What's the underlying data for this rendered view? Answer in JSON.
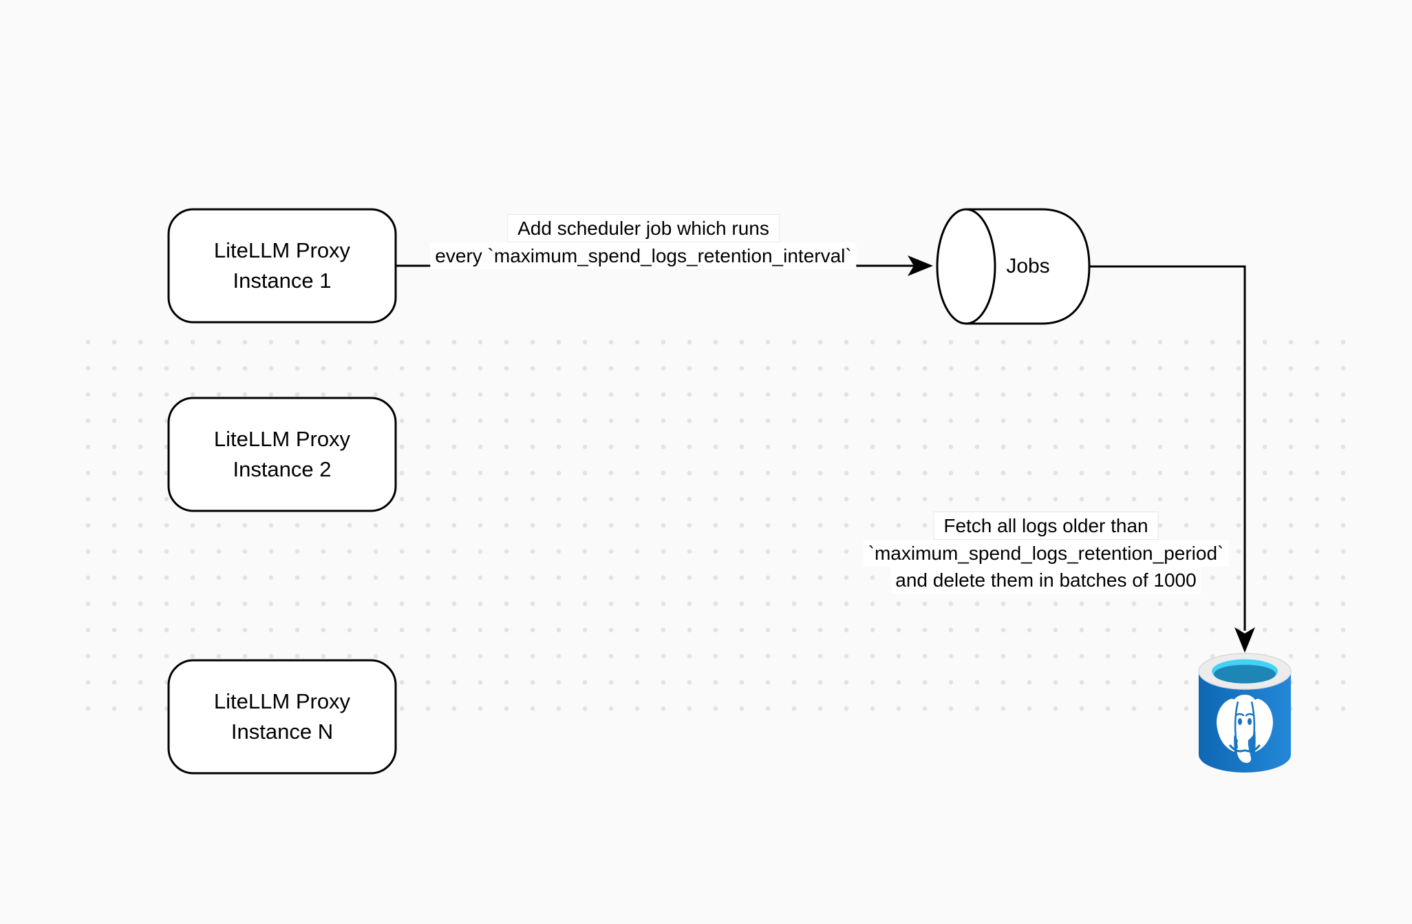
{
  "canvas": {
    "background_color": "#fafafa",
    "dot_grid_color": "#e3e3e3",
    "stroke_color": "#000000"
  },
  "nodes": {
    "instance1": {
      "line1": "LiteLLM Proxy",
      "line2": "Instance 1"
    },
    "instance2": {
      "line1": "LiteLLM Proxy",
      "line2": "Instance 2"
    },
    "instanceN": {
      "line1": "LiteLLM Proxy",
      "line2": "Instance N"
    },
    "jobs": {
      "label": "Jobs"
    }
  },
  "edges": {
    "scheduler": {
      "line1": "Add scheduler job which runs",
      "line2": "every `maximum_spend_logs_retention_interval`"
    },
    "fetch": {
      "line1": "Fetch all logs older than",
      "line2": "`maximum_spend_logs_retention_period`",
      "line3": "and delete them in batches of 1000"
    }
  },
  "icons": {
    "database": "postgresql-icon"
  },
  "colors": {
    "db-blue-left": "#0e67b3",
    "db-blue-right": "#2488d8",
    "db-rim": "#ececec",
    "db-rim-edge": "#d9d9d9",
    "db-cyan": "#41d2f5",
    "db-teal": "#1e85b7",
    "db-detail-blue": "#1574c1"
  }
}
